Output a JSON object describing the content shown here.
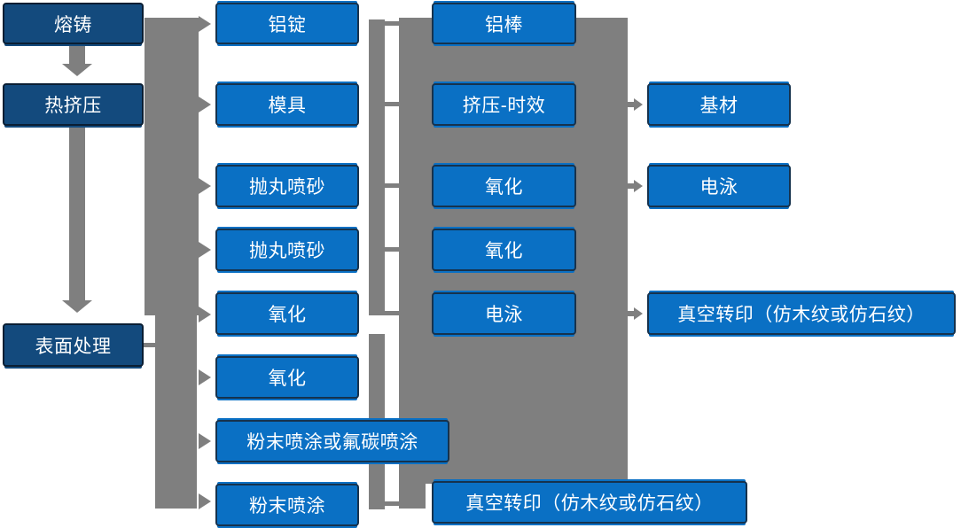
{
  "diagram": {
    "type": "process-flowchart",
    "language": "zh-CN",
    "nodes": {
      "melting_casting": "熔铸",
      "hot_extrusion": "热挤压",
      "surface_treatment": "表面处理",
      "aluminum_ingot": "铝锭",
      "mold": "模具",
      "shot_blasting_1": "抛丸喷砂",
      "shot_blasting_2": "抛丸喷砂",
      "oxidation_1": "氧化",
      "oxidation_2": "氧化",
      "powder_or_fluorocarbon_coating": "粉末喷涂或氟碳喷涂",
      "powder_coating": "粉末喷涂",
      "aluminum_rod": "铝棒",
      "extrusion_aging": "挤压-时效",
      "oxidation_3": "氧化",
      "oxidation_4": "氧化",
      "electrophoresis_1": "电泳",
      "vacuum_transfer_1": "真空转印（仿木纹或仿石纹）",
      "base_material": "基材",
      "electrophoresis_2": "电泳",
      "vacuum_transfer_2": "真空转印（仿木纹或仿石纹）"
    },
    "edges": [
      "熔铸 → 铝锭",
      "熔铸 → 热挤压",
      "热挤压 → 模具",
      "热挤压 → 表面处理",
      "主干 → 抛丸喷砂",
      "主干 → 抛丸喷砂",
      "主干 → 氧化",
      "表面处理 → 氧化",
      "表面处理 → 粉末喷涂或氟碳喷涂",
      "表面处理 → 粉末喷涂",
      "挤压-时效 → 基材",
      "氧化 → 电泳",
      "电泳 → 真空转印（仿木纹或仿石纹）",
      "粉末喷涂 → 真空转印（仿木纹或仿石纹）"
    ],
    "colors": {
      "node_blue": "#0a70c4",
      "node_dark_blue": "#134a7d",
      "node_border": "#16324d",
      "connector_gray": "#7f7f7f",
      "text": "#ffffff",
      "background": "#ffffff"
    }
  }
}
